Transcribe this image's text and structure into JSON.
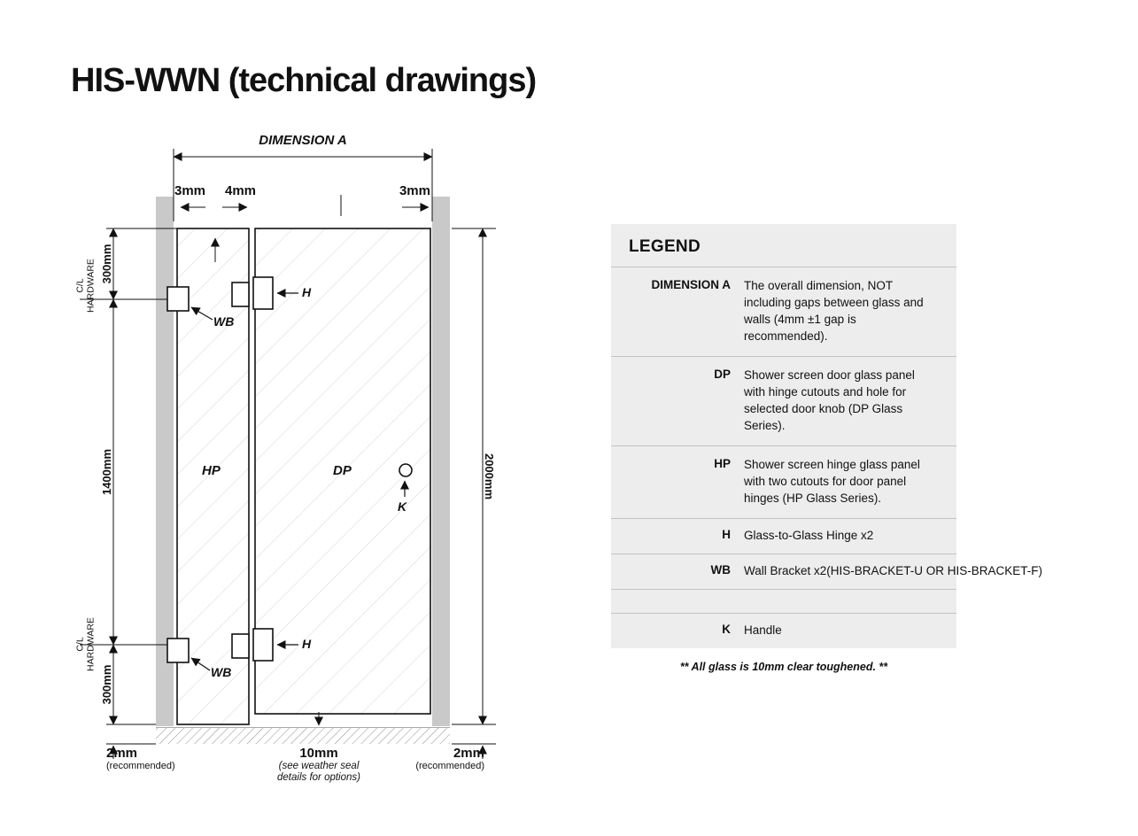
{
  "page": {
    "title": "HIS-WWN (technical drawings)"
  },
  "drawing": {
    "dimension_a_label": "DIMENSION A",
    "gaps": {
      "left": "3mm",
      "middle": "4mm",
      "right": "3mm"
    },
    "heights": {
      "top": "300mm",
      "middle": "1400mm",
      "bottom": "300mm",
      "overall": "2000mm"
    },
    "centerline_hardware": {
      "line1": "C/L",
      "line2": "HARDWARE"
    },
    "labels": {
      "hinge_panel": "HP",
      "door_panel": "DP",
      "hinge": "H",
      "wall_bracket": "WB",
      "handle": "K"
    },
    "floor_gaps": {
      "left_value": "2mm",
      "left_note": "(recommended)",
      "door_value": "10mm",
      "door_note_line1": "(see weather seal",
      "door_note_line2": "details for options)",
      "right_value": "2mm",
      "right_note": "(recommended)"
    }
  },
  "legend": {
    "heading": "LEGEND",
    "rows": [
      {
        "term": "DIMENSION A",
        "desc": "The overall dimension, NOT including gaps between glass and walls (4mm ±1 gap is recommended)."
      },
      {
        "term": "DP",
        "desc": "Shower screen door glass panel with hinge cutouts and hole for selected door knob (DP Glass Series)."
      },
      {
        "term": "HP",
        "desc": "Shower screen hinge glass panel with two cutouts for door panel hinges (HP Glass Series)."
      },
      {
        "term": "H",
        "desc": "Glass-to-Glass Hinge x2"
      },
      {
        "term": "WB",
        "desc": "Wall Bracket x2(HIS-BRACKET-U OR HIS-BRACKET-F)"
      },
      {
        "term": "",
        "desc": ""
      },
      {
        "term": "K",
        "desc": "Handle"
      }
    ],
    "footnote": "** All glass is 10mm clear toughened. **"
  }
}
